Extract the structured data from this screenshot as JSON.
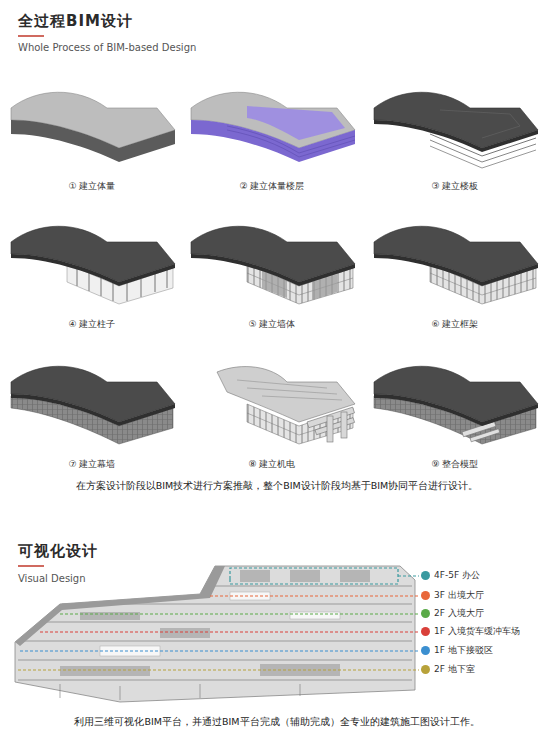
{
  "diagram": {
    "title": "全过程BIM设计",
    "caption": "利用三维可视化BIM平台，并通过BIM平台完成（辅助完成）全专业的建筑施工图设计工作。",
    "labels": [
      "Whole Process of BIM-based Design",
      "① 建立体量",
      "② 建立体量楼层",
      "③ 建立楼板",
      "④ 建立柱子",
      "⑤ 建立墙体",
      "⑥ 建立框架",
      "⑦ 建立幕墙",
      "⑧ 建立机电",
      "⑨ 整合模型",
      "在方案设计阶段以BIM技术进行方案推敲，整个BIM设计阶段均基于BIM协同平台进行设计。",
      "可视化设计",
      "Visual Design"
    ],
    "legend": [
      {
        "text": "4F-5F 办公",
        "color": "#3a9aa0"
      },
      {
        "text": "3F 出境大厅",
        "color": "#e8673a"
      },
      {
        "text": "2F 入境大厅",
        "color": "#5aaa48"
      },
      {
        "text": "1F 入境货车缓冲车场",
        "color": "#d9403a"
      },
      {
        "text": "1F 地下接驳区",
        "color": "#3b8fd0"
      },
      {
        "text": "2F 地下室",
        "color": "#b8a23a"
      }
    ]
  }
}
